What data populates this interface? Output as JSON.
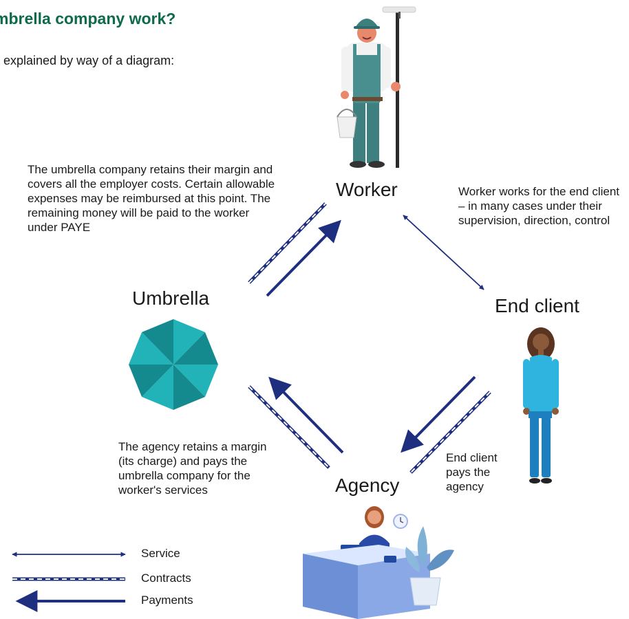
{
  "heading": "mbrella company work?",
  "intro": "r explained by way of a diagram:",
  "nodes": {
    "worker": "Worker",
    "end_client": "End client",
    "agency": "Agency",
    "umbrella": "Umbrella"
  },
  "descriptions": {
    "umbrella_to_worker": "The umbrella company retains their margin and covers all the employer costs. Certain allowable expenses may be reimbursed at this point. The remaining money will be paid to the worker under PAYE",
    "worker_end_client": "Worker works for the end client – in many cases under their supervision, direction, control",
    "agency_to_umbrella": "The agency retains a margin (its charge) and pays the umbrella company for the worker's services",
    "end_client_to_agency": "End client pays the agency"
  },
  "legend": {
    "service": "Service",
    "contracts": "Contracts",
    "payments": "Payments"
  },
  "colors": {
    "arrow": "#1f2f80",
    "heading": "#0e6b4a",
    "umbrella_light": "#22b3b8",
    "umbrella_dark": "#158a8e"
  },
  "icons": {
    "worker": "painter-worker-illustration",
    "end_client": "woman-client-illustration",
    "umbrella": "umbrella-top-view-icon",
    "agency": "reception-desk-illustration"
  }
}
